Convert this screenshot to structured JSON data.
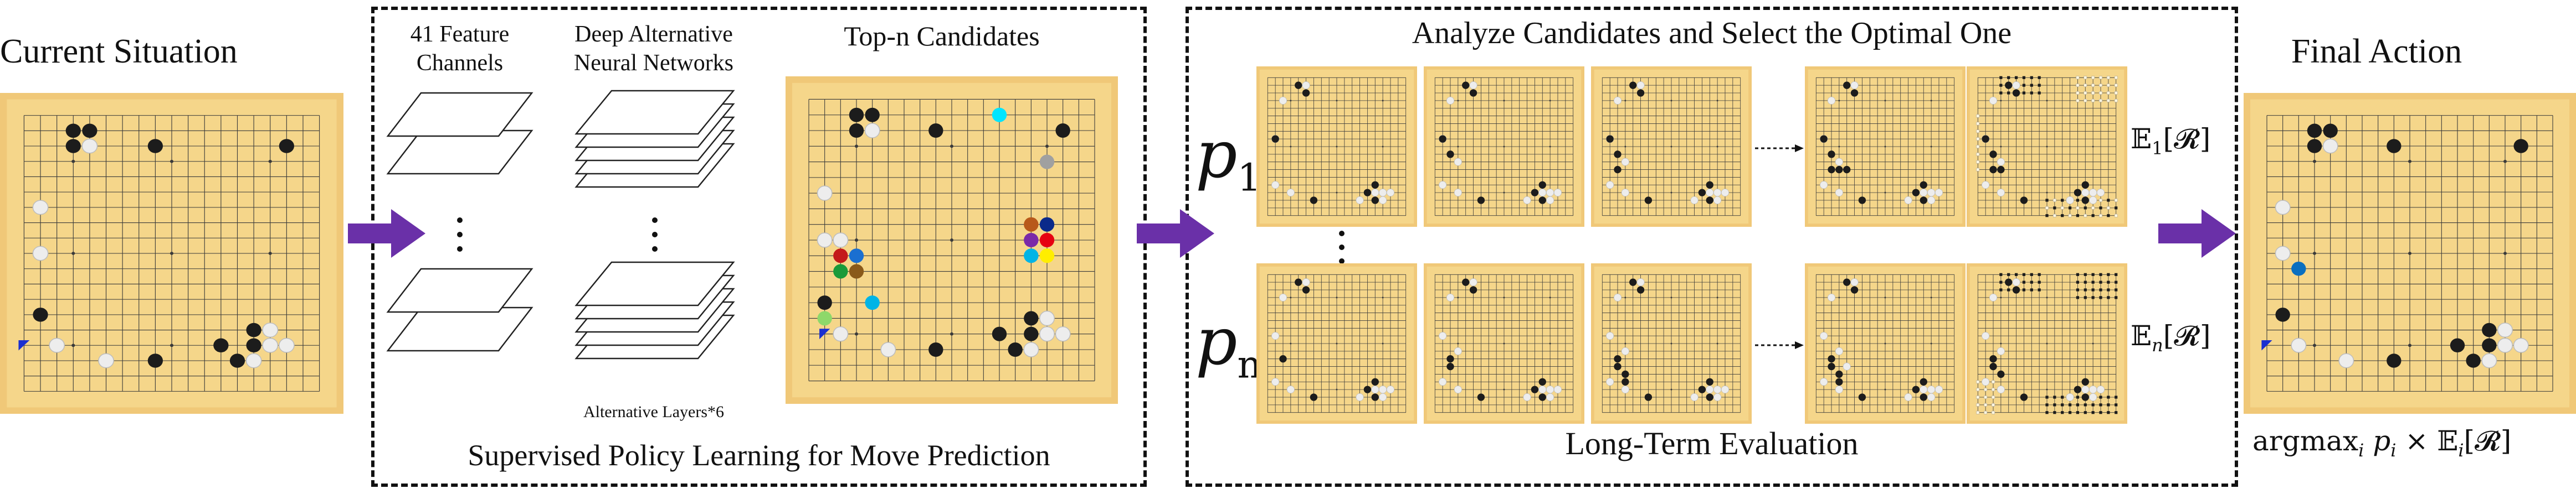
{
  "stages": {
    "current": {
      "title": "Current Situation"
    },
    "policy": {
      "caption": "Supervised Policy Learning for Move Prediction",
      "feature_label": [
        "41 Feature",
        "Channels"
      ],
      "network_label": [
        "Deep Alternative",
        "Neural Networks"
      ],
      "layers_label": "Alternative Layers*6",
      "candidates_label": "Top-n Candidates"
    },
    "evaluation": {
      "title": "Analyze Candidates and Select the Optimal One",
      "caption": "Long-Term Evaluation",
      "row_labels": [
        "p",
        "p"
      ],
      "row_subscripts": [
        "1",
        "n"
      ],
      "expectations": [
        "𝔼",
        "𝔼"
      ],
      "expectation_subscripts": [
        "1",
        "n"
      ],
      "expectation_suffix": "[𝓡]"
    },
    "final": {
      "title": "Final Action",
      "formula": "argmax",
      "formula_sub": "i",
      "formula_rest": " p",
      "formula_rest_sub": "i",
      "formula_tail": " × 𝔼",
      "formula_tail_sub": "i",
      "formula_end": "[𝓡]"
    }
  },
  "colors": {
    "board_fill": "#f5d68a",
    "board_border": "#f0c878",
    "grid": "#3a3a3a",
    "black_stone": "#1c1c1c",
    "white_stone": "#ededed",
    "arrow": "#6a30a8",
    "candidate_colors": [
      "#00e5ff",
      "#a0a0a0",
      "#b8591a",
      "#0b2a8a",
      "#7a2aa8",
      "#e60012",
      "#00b4e6",
      "#ffee00",
      "#c41a1a",
      "#1a6fd1",
      "#1a9a3a",
      "#8a5a1a",
      "#8ed86a",
      "#00b4e6"
    ],
    "final_highlight": "#0a6fc0"
  }
}
